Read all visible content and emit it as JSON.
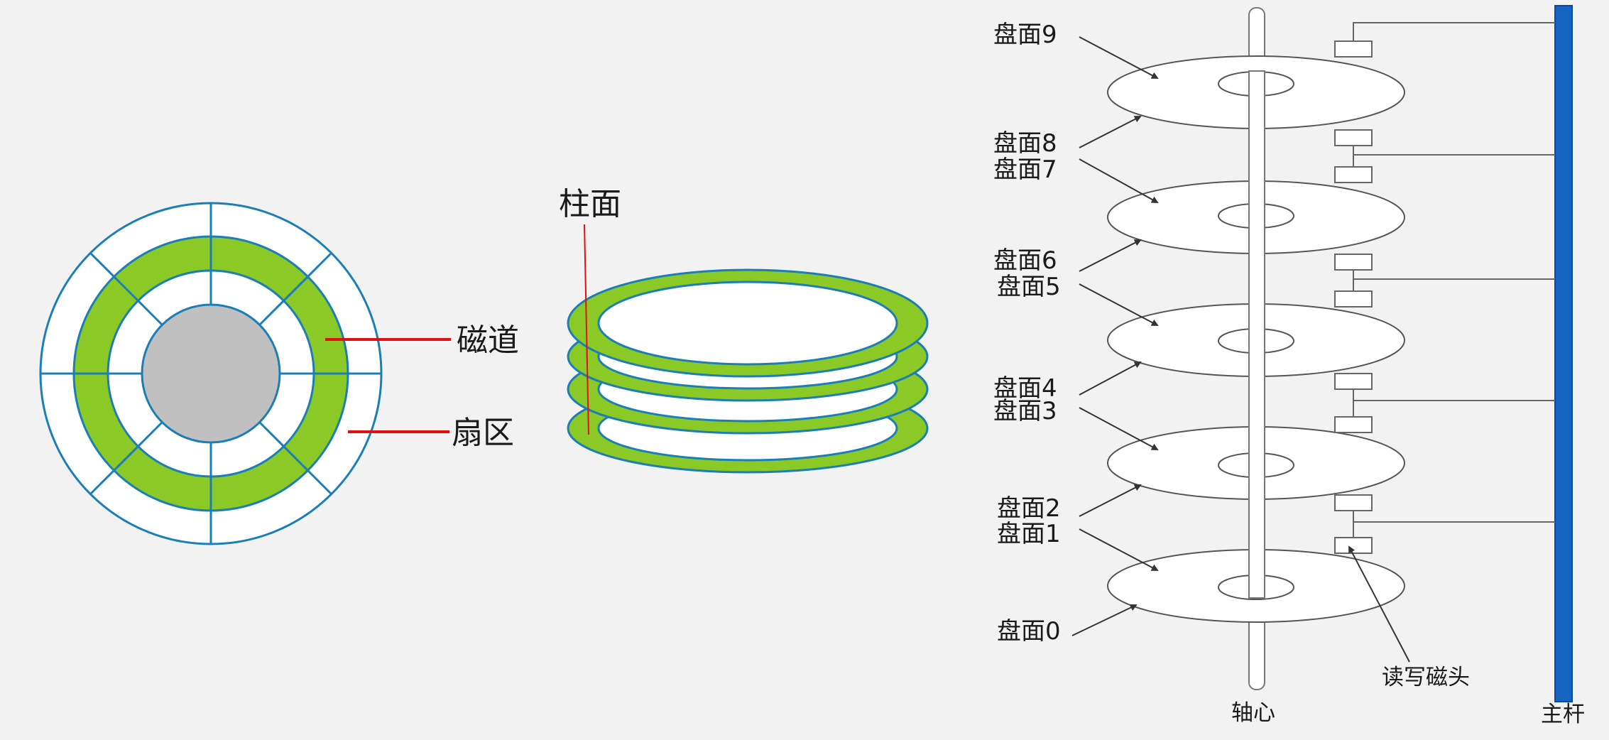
{
  "diagram": {
    "disk_face": {
      "track_label": "磁道",
      "sector_label": "扇区"
    },
    "cylinder": {
      "cylinder_label": "柱面"
    },
    "platter_stack": {
      "surface_labels": [
        "盘面9",
        "盘面8",
        "盘面7",
        "盘面6",
        "盘面5",
        "盘面4",
        "盘面3",
        "盘面2",
        "盘面1",
        "盘面0"
      ],
      "spindle_label": "轴心",
      "head_label": "读写磁头",
      "arm_label": "主杆"
    },
    "colors": {
      "background": "#f2f2f2",
      "track_green": "#8ac926",
      "outline_blue": "#1b7fb6",
      "hub_gray": "#c0c0c0",
      "pointer_red": "#e01010",
      "arm_blue": "#1565c0"
    }
  }
}
